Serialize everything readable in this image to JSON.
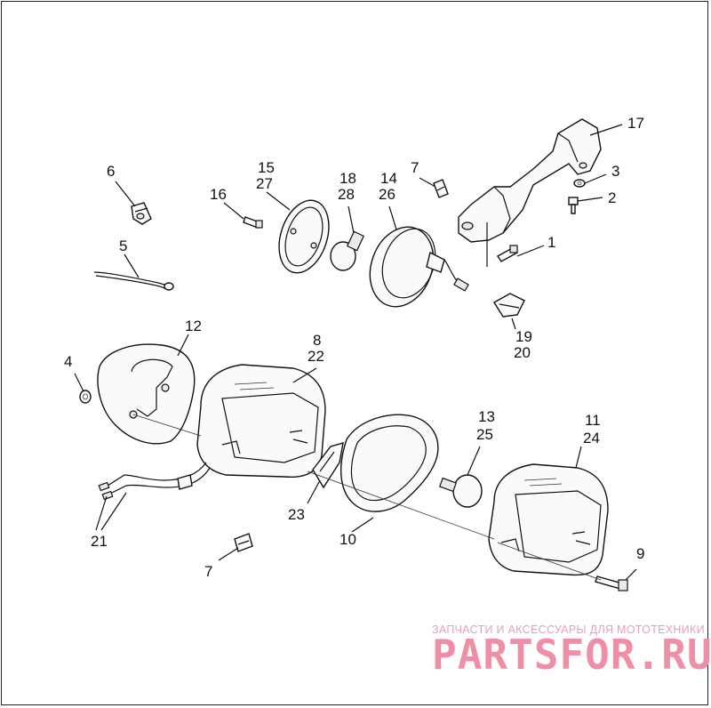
{
  "diagram": {
    "part_labels": [
      {
        "id": "p1",
        "text": "1"
      },
      {
        "id": "p2",
        "text": "2"
      },
      {
        "id": "p3",
        "text": "3"
      },
      {
        "id": "p4",
        "text": "4"
      },
      {
        "id": "p5",
        "text": "5"
      },
      {
        "id": "p6",
        "text": "6"
      },
      {
        "id": "p7a",
        "text": "7"
      },
      {
        "id": "p7b",
        "text": "7"
      },
      {
        "id": "p8",
        "text": "8"
      },
      {
        "id": "p22",
        "text": "22"
      },
      {
        "id": "p9",
        "text": "9"
      },
      {
        "id": "p10",
        "text": "10"
      },
      {
        "id": "p11",
        "text": "11"
      },
      {
        "id": "p24",
        "text": "24"
      },
      {
        "id": "p12",
        "text": "12"
      },
      {
        "id": "p13",
        "text": "13"
      },
      {
        "id": "p25",
        "text": "25"
      },
      {
        "id": "p14",
        "text": "14"
      },
      {
        "id": "p26",
        "text": "26"
      },
      {
        "id": "p15",
        "text": "15"
      },
      {
        "id": "p27",
        "text": "27"
      },
      {
        "id": "p16",
        "text": "16"
      },
      {
        "id": "p17",
        "text": "17"
      },
      {
        "id": "p18",
        "text": "18"
      },
      {
        "id": "p28",
        "text": "28"
      },
      {
        "id": "p19",
        "text": "19"
      },
      {
        "id": "p20",
        "text": "20"
      },
      {
        "id": "p21",
        "text": "21"
      },
      {
        "id": "p23",
        "text": "23"
      }
    ]
  },
  "watermark": {
    "tagline": "ЗАПЧАСТИ И АКСЕССУАРЫ ДЛЯ МОТОТЕХНИКИ",
    "logo": "PARTSFOR.RU",
    "color": "#ee8fa6"
  }
}
